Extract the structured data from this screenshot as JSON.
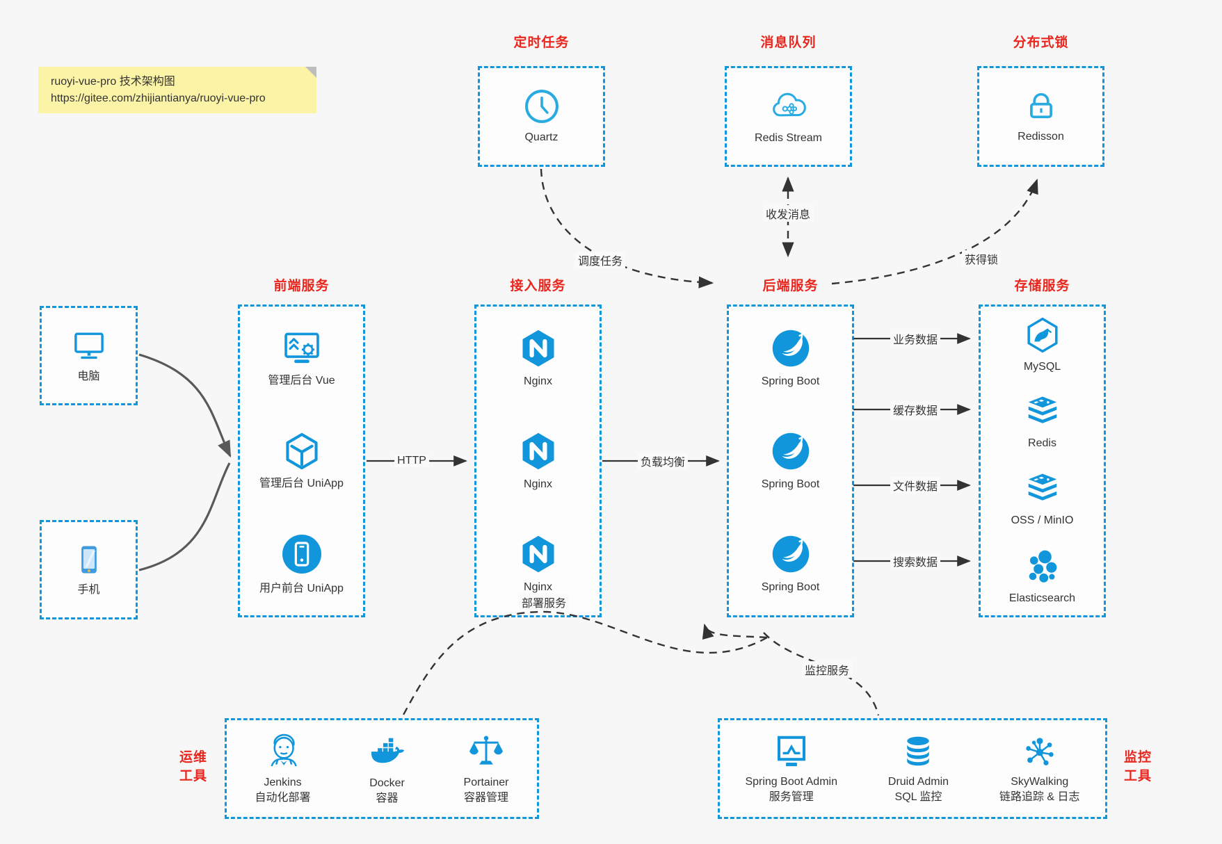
{
  "note": {
    "line1": "ruoyi-vue-pro 技术架构图",
    "line2": "https://gitee.com/zhijiantianya/ruoyi-vue-pro"
  },
  "titles": {
    "scheduled": "定时任务",
    "mq": "消息队列",
    "lock": "分布式锁",
    "frontend": "前端服务",
    "gateway": "接入服务",
    "backend": "后端服务",
    "storage": "存储服务",
    "ops_l1": "运维",
    "ops_l2": "工具",
    "monitor_l1": "监控",
    "monitor_l2": "工具"
  },
  "clients": {
    "computer": "电脑",
    "phone": "手机"
  },
  "nodes": {
    "scheduled_item": "Quartz",
    "mq_item": "Redis Stream",
    "lock_item": "Redisson",
    "frontend_items": [
      "管理后台 Vue",
      "管理后台 UniApp",
      "用户前台 UniApp"
    ],
    "gateway_items": [
      "Nginx",
      "Nginx",
      "Nginx"
    ],
    "backend_items": [
      "Spring Boot",
      "Spring Boot",
      "Spring Boot"
    ],
    "storage_items": [
      "MySQL",
      "Redis",
      "OSS / MinIO",
      "Elasticsearch"
    ],
    "ops_items": [
      {
        "name": "Jenkins",
        "desc": "自动化部署"
      },
      {
        "name": "Docker",
        "desc": "容器"
      },
      {
        "name": "Portainer",
        "desc": "容器管理"
      }
    ],
    "monitor_items": [
      {
        "name": "Spring Boot Admin",
        "desc": "服务管理"
      },
      {
        "name": "Druid Admin",
        "desc": "SQL 监控"
      },
      {
        "name": "SkyWalking",
        "desc": "链路追踪 & 日志"
      }
    ]
  },
  "edges": {
    "http": "HTTP",
    "load_balance": "负载均衡",
    "business_data": "业务数据",
    "cache_data": "缓存数据",
    "file_data": "文件数据",
    "search_data": "搜索数据",
    "schedule_task": "调度任务",
    "send_receive_msg": "收发消息",
    "acquire_lock": "获得锁",
    "deploy_service": "部署服务",
    "monitor_service": "监控服务"
  },
  "colors": {
    "accent_blue": "#1296db",
    "icon_blue": "#29abe2",
    "title_red": "#e8261d",
    "note_bg": "#fbf3a6",
    "connector_dark": "#333333",
    "client_curve_gray": "#595959",
    "canvas_bg": "#f7f7f7"
  }
}
